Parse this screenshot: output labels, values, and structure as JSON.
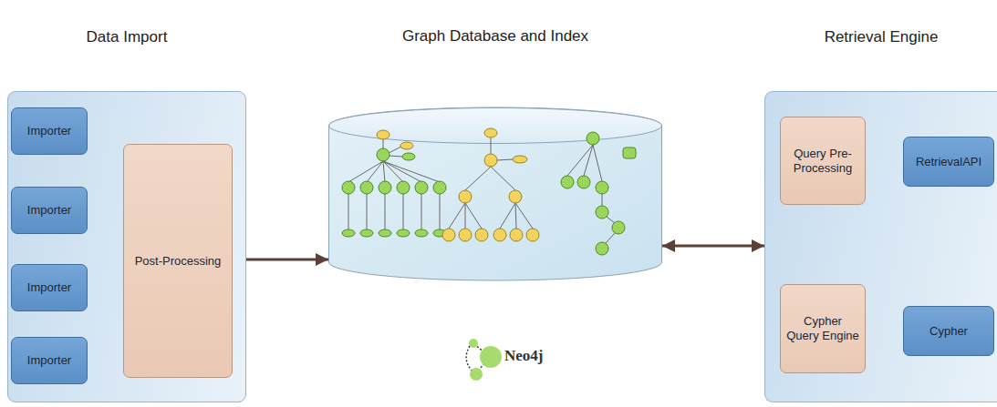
{
  "diagram": {
    "nodes": [
      {
        "text": [
          "Data Import"
        ]
      },
      {
        "text": [
          "Importer"
        ],
        "in": 0
      },
      {
        "text": [
          "Importer"
        ],
        "in": 0
      },
      {
        "text": [
          "Importer"
        ],
        "in": 0
      },
      {
        "text": [
          "Importer"
        ],
        "in": 0
      },
      {
        "text": [
          "Post-Processing"
        ],
        "in": 0
      },
      {
        "text": [
          "Graph Database and Index"
        ]
      },
      {
        "text": [
          "Retrieval Engine"
        ]
      },
      {
        "text": [
          "Query Pre-Processing"
        ],
        "in": 7
      },
      {
        "text": [
          "RetrievalAPI"
        ],
        "in": 7
      },
      {
        "text": [
          "Cypher Query Engine"
        ],
        "in": 7
      },
      {
        "text": [
          "Cypher"
        ],
        "in": 7
      }
    ],
    "edges": [
      {
        "from": 1,
        "to": 5,
        "arrow": "to"
      },
      {
        "from": 2,
        "to": 5,
        "arrow": "to"
      },
      {
        "from": 3,
        "to": 5,
        "arrow": "to"
      },
      {
        "from": 4,
        "to": 5,
        "arrow": "to"
      },
      {
        "from": 0,
        "to": 6,
        "arrow": "to"
      },
      {
        "from": 6,
        "to": 7,
        "arrow": "both"
      },
      {
        "from": 8,
        "to": 9,
        "arrow": "both"
      },
      {
        "from": 10,
        "to": 11,
        "arrow": "both"
      }
    ],
    "labels": [
      "Neo4j"
    ]
  }
}
